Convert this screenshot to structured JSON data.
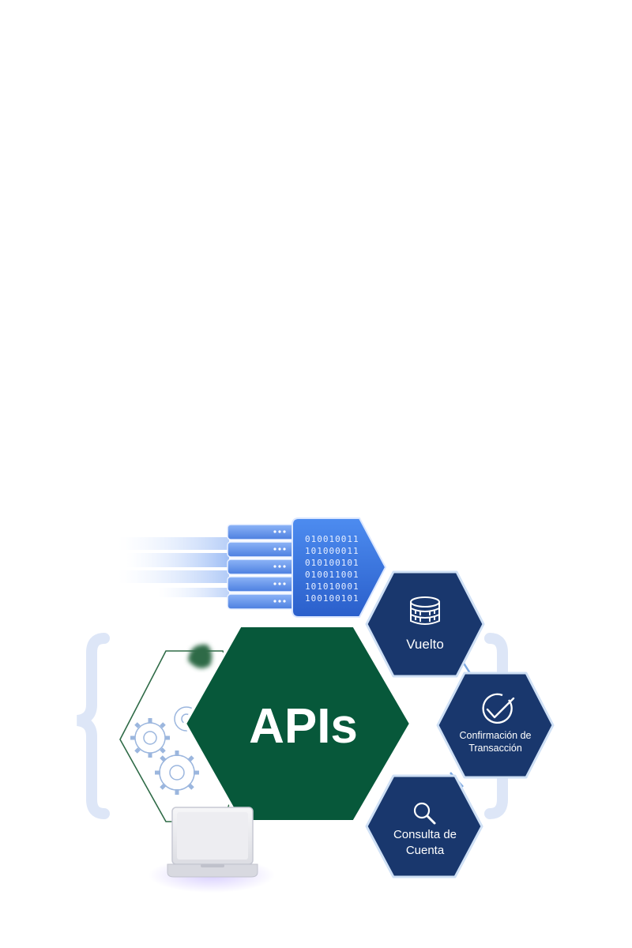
{
  "center": {
    "label": "APIs",
    "color": "#07583a"
  },
  "services": [
    {
      "label_lines": [
        "Vuelto"
      ],
      "icon": "coins-stack-icon"
    },
    {
      "label_lines": [
        "Confirmación de",
        "Transacción"
      ],
      "icon": "check-badge-icon"
    },
    {
      "label_lines": [
        "Consulta de",
        "Cuenta"
      ],
      "icon": "magnifier-icon"
    }
  ],
  "binary_rows": [
    "010010011",
    "101000011",
    "010100101",
    "010011001",
    "101010001",
    "100100101"
  ],
  "colors": {
    "service_hex": "#19376d",
    "service_border": "#cfe0f5",
    "server_blue": "#5b8ee8",
    "data_panel": "#2f6fd6",
    "bracket": "#dde6f7",
    "outline_green": "#2f6b47"
  },
  "icons": [
    "server-rack-icon",
    "gear-icon",
    "laptop-icon",
    "leaf-blob-icon",
    "curly-brace-icon"
  ]
}
